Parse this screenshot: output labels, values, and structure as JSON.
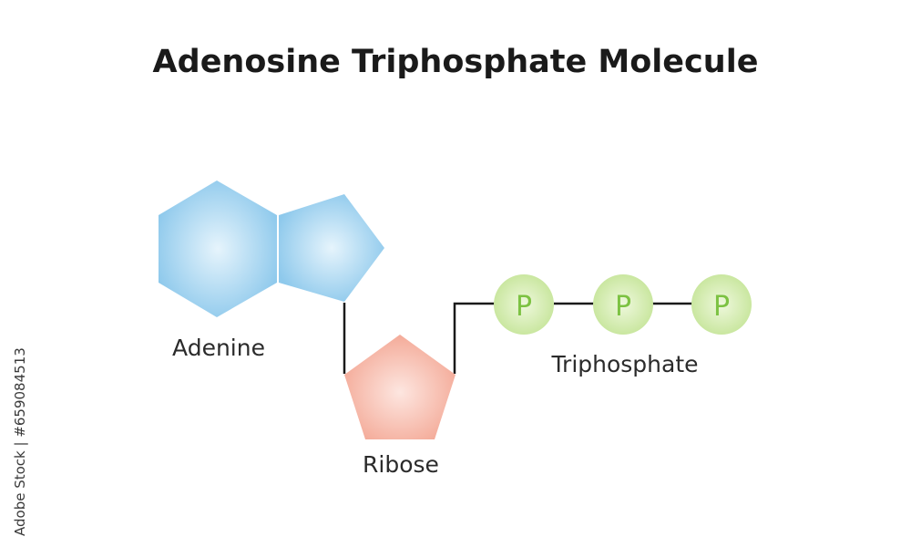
{
  "title": "Adenosine Triphosphate Molecule",
  "labels": {
    "adenine": "Adenine",
    "ribose": "Ribose",
    "triphosphate": "Triphosphate"
  },
  "phosphates": [
    "P",
    "P",
    "P"
  ],
  "colors": {
    "adenine": "#8ec9ec",
    "ribose": "#f7b3a4",
    "phosphate": "#cde9a2",
    "phosphate_text": "#7cc242",
    "bond": "#1a1a1a"
  },
  "watermark": "Adobe Stock | #659084513"
}
